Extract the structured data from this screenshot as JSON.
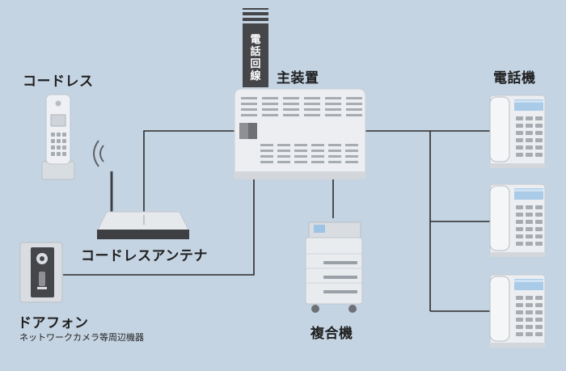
{
  "labels": {
    "main_unit": "主装置",
    "phone_line": [
      "電",
      "話",
      "回",
      "線"
    ],
    "telephone": "電話機",
    "cordless": "コードレス",
    "cordless_antenna": "コードレスアンテナ",
    "door_phone": "ドアフォン",
    "door_phone_sub": "ネットワークカメラ等周辺機器",
    "mfp": "複合機"
  },
  "colors": {
    "background": "#c5d4e3",
    "line": "#2b2b2b",
    "device_body": "#e9ecef",
    "device_shadow": "#c9ced4",
    "dark_panel": "#45464a",
    "screen": "#a9cbe8"
  },
  "telephone_count": 3
}
